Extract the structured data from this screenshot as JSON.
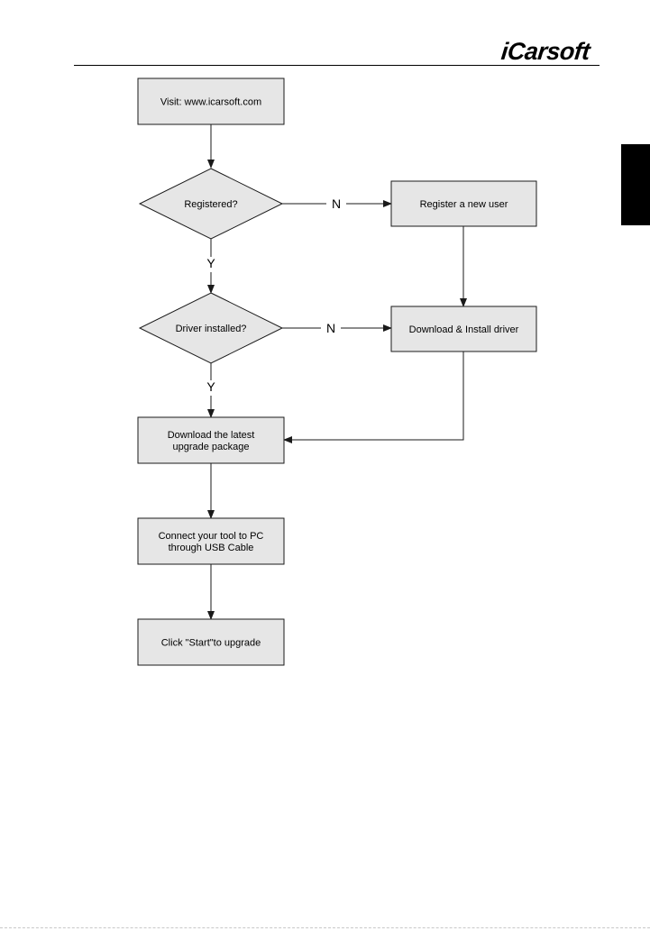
{
  "header": {
    "logo_text": "iCarsoft"
  },
  "flowchart": {
    "nodes": {
      "visit": {
        "shape": "rect",
        "lines": [
          "Visit: www.icarsoft.com"
        ]
      },
      "registered": {
        "shape": "diamond",
        "lines": [
          "Registered?"
        ]
      },
      "register_user": {
        "shape": "rect",
        "lines": [
          "Register a new user"
        ]
      },
      "driver_installed": {
        "shape": "diamond",
        "lines": [
          "Driver installed?"
        ]
      },
      "install_driver": {
        "shape": "rect",
        "lines": [
          "Download & Install  driver"
        ]
      },
      "download_package": {
        "shape": "rect",
        "lines": [
          "Download the latest",
          "upgrade package"
        ]
      },
      "connect_tool": {
        "shape": "rect",
        "lines": [
          "Connect your tool to PC",
          "through USB Cable"
        ]
      },
      "click_start": {
        "shape": "rect",
        "lines": [
          "Click \"Start\"to upgrade"
        ]
      }
    },
    "edges": [
      {
        "from": "visit",
        "to": "registered",
        "label": ""
      },
      {
        "from": "registered",
        "to": "register_user",
        "label": "N"
      },
      {
        "from": "registered",
        "to": "driver_installed",
        "label": "Y"
      },
      {
        "from": "register_user",
        "to": "install_driver",
        "label": ""
      },
      {
        "from": "driver_installed",
        "to": "install_driver",
        "label": "N"
      },
      {
        "from": "driver_installed",
        "to": "download_package",
        "label": "Y"
      },
      {
        "from": "install_driver",
        "to": "download_package",
        "label": ""
      },
      {
        "from": "download_package",
        "to": "connect_tool",
        "label": ""
      },
      {
        "from": "connect_tool",
        "to": "click_start",
        "label": ""
      }
    ]
  },
  "colors": {
    "node_fill": "#e6e6e6",
    "stroke": "#1a1a1a",
    "side_tab": "#000000"
  }
}
